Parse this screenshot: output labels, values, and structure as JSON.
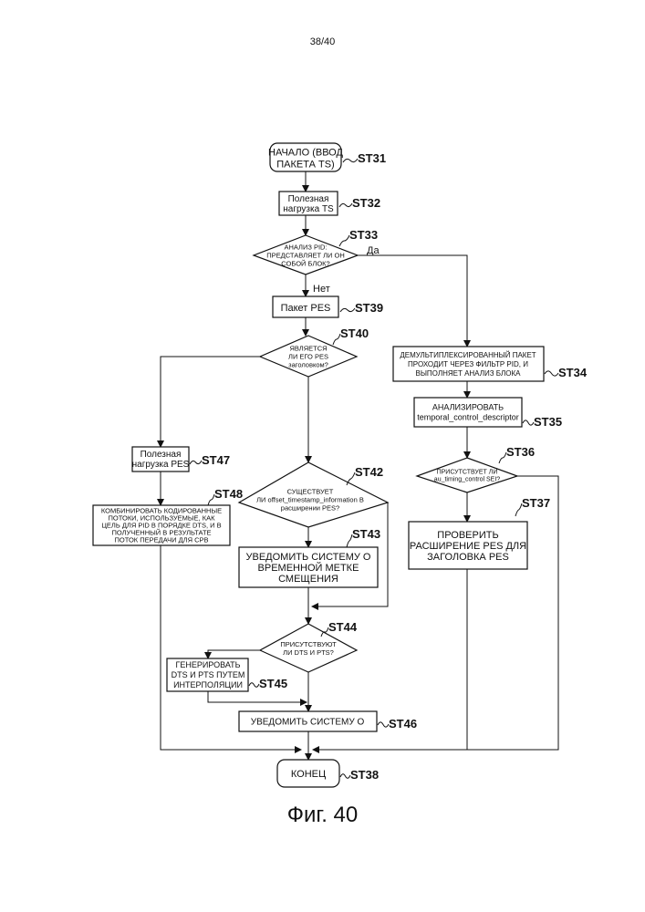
{
  "page_number": "38/40",
  "caption": "Фиг. 40",
  "nodes": {
    "st31": {
      "lines": [
        "НАЧАЛО (ВВОД",
        "ПАКЕТА TS)"
      ],
      "label": "ST31"
    },
    "st32": {
      "lines": [
        "Полезная",
        "нагрузка TS"
      ],
      "label": "ST32"
    },
    "st33": {
      "lines": [
        "АНАЛИЗ PID:",
        "ПРЕДСТАВЛЯЕТ ЛИ ОН",
        "СОБОЙ БЛОК?"
      ],
      "label": "ST33"
    },
    "st39": {
      "lines": [
        "Пакет PES"
      ],
      "label": "ST39"
    },
    "st40": {
      "lines": [
        "ЯВЛЯЕТСЯ",
        "ЛИ ЕГО PES",
        "заголовком?"
      ],
      "label": "ST40"
    },
    "st47": {
      "lines": [
        "Полезная",
        "нагрузка PES"
      ],
      "label": "ST47"
    },
    "st48": {
      "lines": [
        "КОМБИНИРОВАТЬ КОДИРОВАННЫЕ",
        "ПОТОКИ, ИСПОЛЬЗУЕМЫЕ, КАК",
        "ЦЕЛЬ ДЛЯ PID В ПОРЯДКЕ DTS, И В",
        "ПОЛУЧЕННЫЙ В РЕЗУЛЬТАТЕ",
        "ПОТОК ПЕРЕДАЧИ ДЛЯ CPB"
      ],
      "label": "ST48"
    },
    "st42": {
      "lines": [
        "СУЩЕСТВУЕТ",
        "ЛИ offset_timestamp_information В",
        "расширении PES?"
      ],
      "label": "ST42"
    },
    "st43": {
      "lines": [
        "УВЕДОМИТЬ СИСТЕМУ О",
        "ВРЕМЕННОЙ МЕТКЕ",
        "СМЕЩЕНИЯ"
      ],
      "label": "ST43"
    },
    "st44": {
      "lines": [
        "ПРИСУТСТВУЮТ",
        "ЛИ DTS И PTS?"
      ],
      "label": "ST44"
    },
    "st45": {
      "lines": [
        "ГЕНЕРИРОВАТЬ",
        "DTS И PTS ПУТЕМ",
        "ИНТЕРПОЛЯЦИИ"
      ],
      "label": "ST45"
    },
    "st46": {
      "lines": [
        "УВЕДОМИТЬ СИСТЕМУ О"
      ],
      "label": "ST46"
    },
    "st34": {
      "lines": [
        "ДЕМУЛЬТИПЛЕКСИРОВАННЫЙ ПАКЕТ",
        "ПРОХОДИТ ЧЕРЕЗ ФИЛЬТР PID, И",
        "ВЫПОЛНЯЕТ АНАЛИЗ БЛОКА"
      ],
      "label": "ST34"
    },
    "st35": {
      "lines": [
        "АНАЛИЗИРОВАТЬ",
        "temporal_control_descriptor"
      ],
      "label": "ST35"
    },
    "st36": {
      "lines": [
        "ПРИСУТСТВУЕТ ЛИ",
        "au_timing_control SEI?"
      ],
      "label": "ST36"
    },
    "st37": {
      "lines": [
        "ПРОВЕРИТЬ",
        "РАСШИРЕНИЕ PES ДЛЯ",
        "ЗАГОЛОВКА PES"
      ],
      "label": "ST37"
    },
    "st38": {
      "lines": [
        "КОНЕЦ"
      ],
      "label": "ST38"
    }
  },
  "branch_labels": {
    "yes": "Да",
    "no": "Нет"
  }
}
